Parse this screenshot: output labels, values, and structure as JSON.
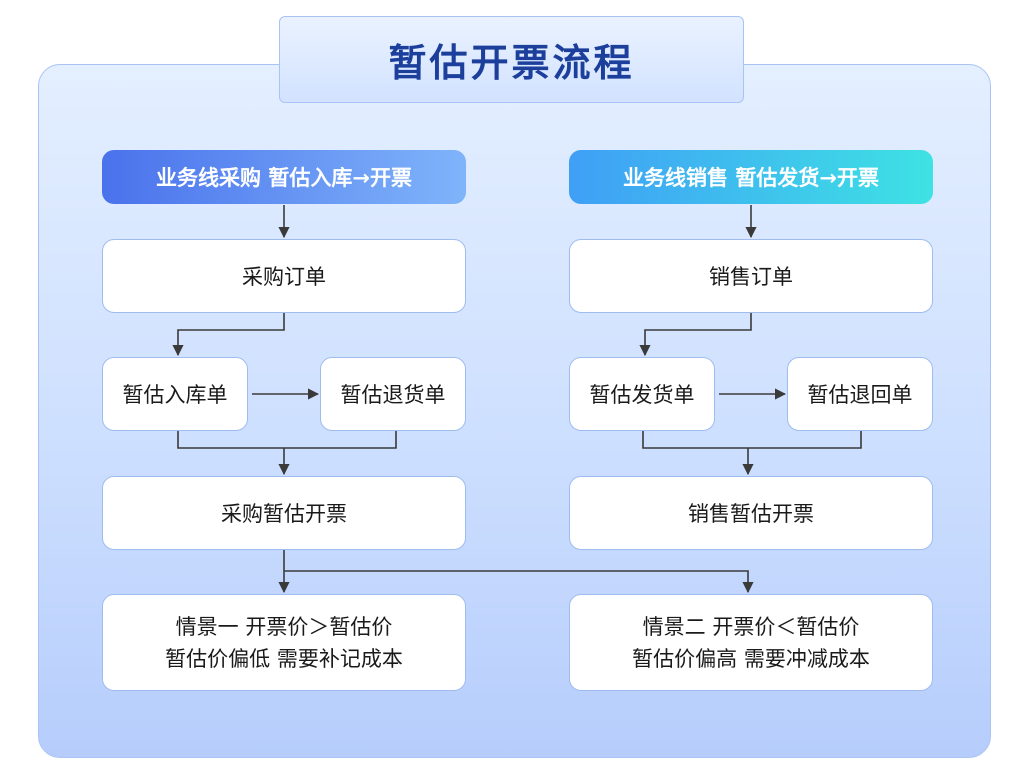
{
  "title": "暂估开票流程",
  "colors": {
    "title_text": "#1c3f9c",
    "left_header_gradient": [
      "#4a72ec",
      "#7fb4fa"
    ],
    "right_header_gradient": [
      "#3f9ff6",
      "#3ee2e4"
    ],
    "node_border": "#9fbcf0",
    "connector": "#3a3a3a"
  },
  "left": {
    "header": "业务线采购 暂估入库→开票",
    "order": "采购订单",
    "inbound": "暂估入库单",
    "return": "暂估退货单",
    "invoice": "采购暂估开票"
  },
  "right": {
    "header": "业务线销售 暂估发货→开票",
    "order": "销售订单",
    "shipment": "暂估发货单",
    "return": "暂估退回单",
    "invoice": "销售暂估开票"
  },
  "scenarios": {
    "one": {
      "line1": "情景一 开票价＞暂估价",
      "line2": "暂估价偏低 需要补记成本"
    },
    "two": {
      "line1": "情景二 开票价＜暂估价",
      "line2": "暂估价偏高 需要冲减成本"
    }
  }
}
